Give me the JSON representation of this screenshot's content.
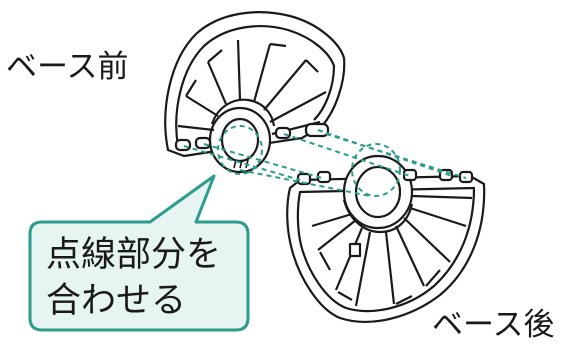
{
  "labels": {
    "front": "ベース前",
    "back": "ベース後"
  },
  "callout": {
    "line1": "点線部分を",
    "line2": "合わせる"
  },
  "colors": {
    "accent": "#2d9c8c",
    "accent_fill": "#e6f5f2",
    "outline": "#1a1a1a",
    "dashed_line": "#2d9c8c"
  }
}
